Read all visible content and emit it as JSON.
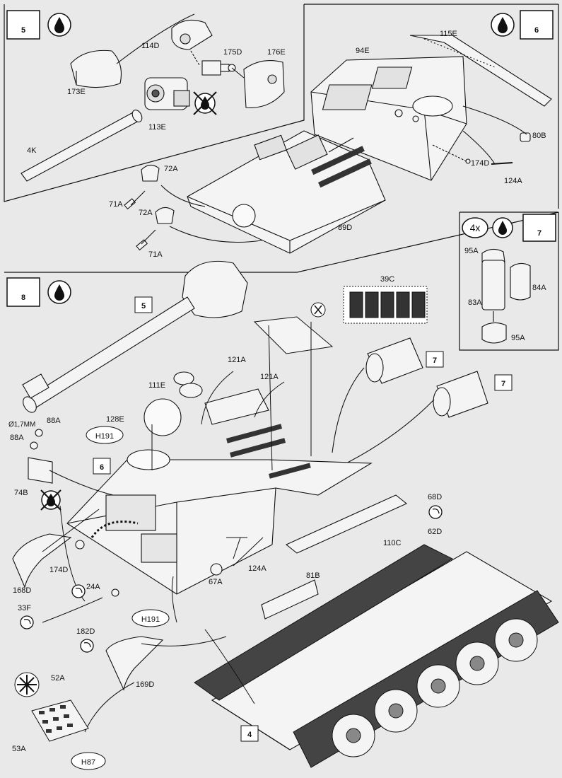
{
  "steps": {
    "s5": "5",
    "s6": "6",
    "s7": "7",
    "s8": "8"
  },
  "step7": {
    "count": "4x"
  },
  "ref_boxes": {
    "r5": "5",
    "r6": "6",
    "r7a": "7",
    "r7b": "7",
    "r4": "4"
  },
  "hcodes": {
    "h191_a": "H191",
    "h191_b": "H191",
    "h87": "H87"
  },
  "gun_note": "Ø1,7MM",
  "labels": {
    "p114D": "114D",
    "p175D": "175D",
    "p176E": "176E",
    "p173E": "173E",
    "p113E": "113E",
    "p4K": "4K",
    "p72A_a": "72A",
    "p72A_b": "72A",
    "p71A_a": "71A",
    "p71A_b": "71A",
    "p94E": "94E",
    "p115E": "115E",
    "p80B": "80B",
    "p174D_a": "174D",
    "p124A_a": "124A",
    "p89D": "89D",
    "p95A_a": "95A",
    "p84A": "84A",
    "p83A": "83A",
    "p95A_b": "95A",
    "p39C": "39C",
    "p121A_a": "121A",
    "p121A_b": "121A",
    "p111E": "111E",
    "p128E": "128E",
    "p88A_a": "88A",
    "p88A_b": "88A",
    "p74B": "74B",
    "p68D": "68D",
    "p62D": "62D",
    "p110C": "110C",
    "p81B": "81B",
    "p174D_b": "174D",
    "p24A": "24A",
    "p67A": "67A",
    "p124A_b": "124A",
    "p168D": "168D",
    "p33F": "33F",
    "p182D": "182D",
    "p169D": "169D",
    "p52A": "52A",
    "p53A": "53A"
  },
  "colors": {
    "paper": "#e9e9e9",
    "ink": "#111111",
    "part_fill": "#f4f4f4",
    "track": "#222222"
  },
  "icons": [
    "glue-drop-icon",
    "no-glue-icon",
    "paint-burst-icon",
    "sprue-cut-icon"
  ]
}
